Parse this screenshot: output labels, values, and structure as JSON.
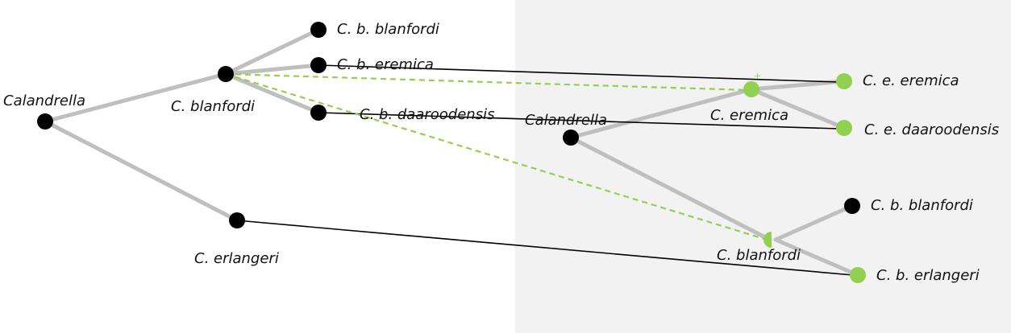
{
  "colors": {
    "node_black": "#000000",
    "node_green": "#92d050",
    "branch": "#bfbfbf",
    "right_panel": "#f2f2f2"
  },
  "left_tree": {
    "root": "Calandrella",
    "blanfordi": "C. blanfordi",
    "leaf_blanfordi": "C. b. blanfordi",
    "leaf_eremica": "C. b. eremica",
    "leaf_daaroodensis": "C. b. daaroodensis",
    "erlangeri": "C. erlangeri"
  },
  "right_tree": {
    "root": "Calandrella",
    "eremica": "C. eremica",
    "leaf_eremica": "C. e. eremica",
    "leaf_daaroodensis": "C. e. daaroodensis",
    "blanfordi": "C. blanfordi",
    "leaf_blanfordi": "C. b. blanfordi",
    "leaf_erlangeri": "C. b. erlangeri"
  }
}
